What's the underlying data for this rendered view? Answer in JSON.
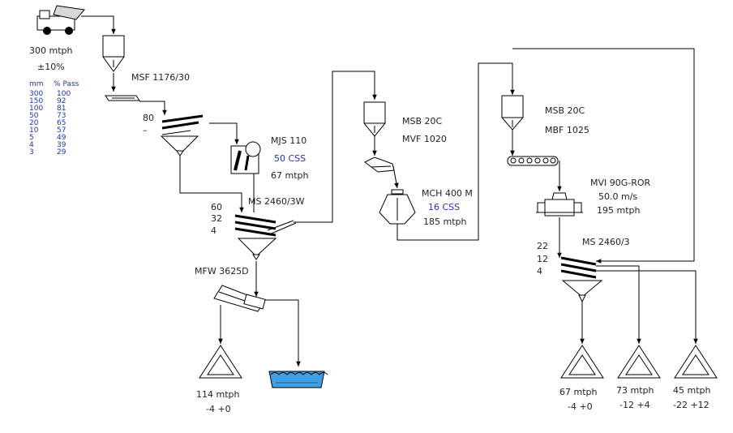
{
  "feed": {
    "rate": "300 mtph",
    "tolerance": "±10%",
    "gradation_headers": [
      "mm",
      "% Pass"
    ],
    "gradation": [
      [
        "300",
        "100"
      ],
      [
        "150",
        "92"
      ],
      [
        "100",
        "81"
      ],
      [
        "50",
        "73"
      ],
      [
        "20",
        "65"
      ],
      [
        "10",
        "57"
      ],
      [
        "5",
        "49"
      ],
      [
        "4",
        "39"
      ],
      [
        "3",
        "29"
      ]
    ]
  },
  "equipment": {
    "msf": "MSF 1176/30",
    "msf_cut": "80",
    "msf_dash": "–",
    "mjs": "MJS 110",
    "mjs_css": "50 CSS",
    "mjs_rate": "67 mtph",
    "ms1": "MS 2460/3W",
    "ms1_decks": [
      "60",
      "32",
      "4"
    ],
    "mfw": "MFW 3625D",
    "msb1": "MSB 20C",
    "mvf": "MVF 1020",
    "mch": "MCH 400 M",
    "mch_css": "16 CSS",
    "mch_rate": "185 mtph",
    "msb2": "MSB 20C",
    "mbf": "MBF 1025",
    "mvi": "MVI 90G-ROR",
    "mvi_speed": "50.0 m/s",
    "mvi_rate": "195 mtph",
    "ms2": "MS 2460/3",
    "ms2_decks": [
      "22",
      "12",
      "4"
    ]
  },
  "products": [
    {
      "rate": "114 mtph",
      "size": "-4 +0"
    },
    {
      "rate": "67 mtph",
      "size": "-4 +0"
    },
    {
      "rate": "73 mtph",
      "size": "-12 +4"
    },
    {
      "rate": "45 mtph",
      "size": "-22 +12"
    }
  ],
  "colors": {
    "accent_text": "#2233bb",
    "water": "#3fa0e6"
  }
}
